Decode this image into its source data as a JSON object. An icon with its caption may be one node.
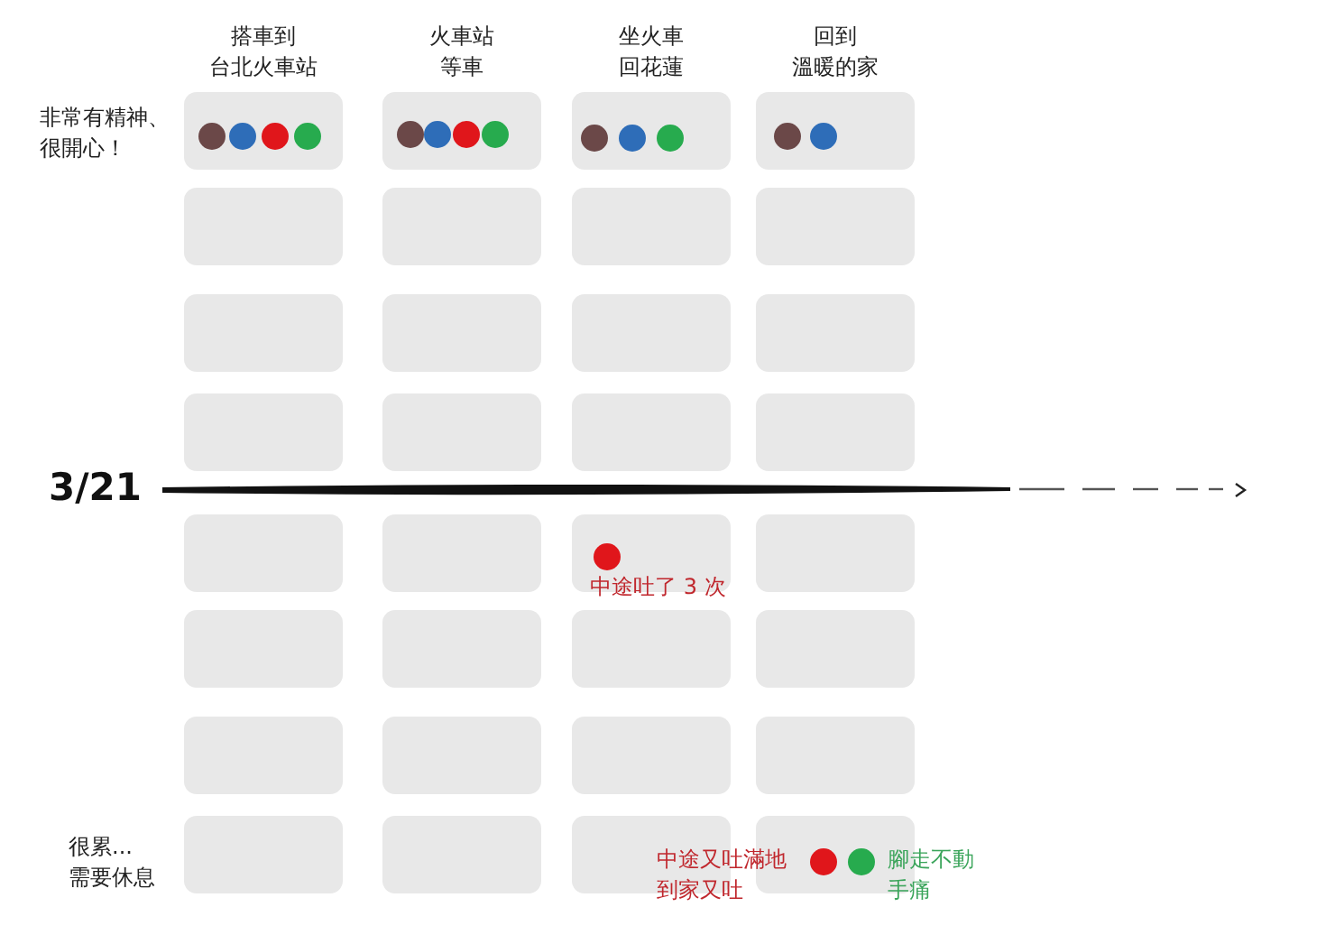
{
  "diagram": {
    "nodes": [
      {
        "text": [],
        "shape": "box"
      },
      {
        "text": [],
        "shape": "box"
      },
      {
        "text": [],
        "shape": "box"
      },
      {
        "text": [],
        "shape": "box"
      },
      {
        "text": [],
        "shape": "box"
      },
      {
        "text": [],
        "shape": "box"
      },
      {
        "text": [],
        "shape": "box"
      },
      {
        "text": [],
        "shape": "box"
      },
      {
        "text": [],
        "shape": "box"
      },
      {
        "text": [],
        "shape": "box"
      },
      {
        "text": [],
        "shape": "box"
      },
      {
        "text": [],
        "shape": "box"
      },
      {
        "text": [],
        "shape": "box"
      },
      {
        "text": [],
        "shape": "box"
      },
      {
        "text": [],
        "shape": "box"
      },
      {
        "text": [],
        "shape": "box"
      },
      {
        "text": [],
        "shape": "box"
      },
      {
        "text": [],
        "shape": "box"
      },
      {
        "text": [],
        "shape": "box"
      },
      {
        "text": [],
        "shape": "box"
      },
      {
        "text": [],
        "shape": "box"
      },
      {
        "text": [],
        "shape": "box"
      },
      {
        "text": [],
        "shape": "box"
      },
      {
        "text": [],
        "shape": "box"
      },
      {
        "text": [],
        "shape": "box"
      },
      {
        "text": [],
        "shape": "box"
      },
      {
        "text": [],
        "shape": "box"
      },
      {
        "text": [],
        "shape": "box"
      },
      {
        "text": [],
        "shape": "box"
      },
      {
        "text": [],
        "shape": "box"
      },
      {
        "text": [],
        "shape": "box"
      },
      {
        "text": [],
        "shape": "box"
      },
      {
        "text": [],
        "shape": "circle",
        "in": 0
      },
      {
        "text": [],
        "shape": "circle",
        "in": 0
      },
      {
        "text": [],
        "shape": "circle",
        "in": 0
      },
      {
        "text": [],
        "shape": "circle",
        "in": 0
      },
      {
        "text": [],
        "shape": "circle",
        "in": 1
      },
      {
        "text": [],
        "shape": "circle",
        "in": 1
      },
      {
        "text": [],
        "shape": "circle",
        "in": 1
      },
      {
        "text": [],
        "shape": "circle",
        "in": 1
      },
      {
        "text": [],
        "shape": "circle",
        "in": 2
      },
      {
        "text": [],
        "shape": "circle",
        "in": 2
      },
      {
        "text": [],
        "shape": "circle",
        "in": 2
      },
      {
        "text": [],
        "shape": "circle",
        "in": 3
      },
      {
        "text": [],
        "shape": "circle",
        "in": 3
      },
      {
        "text": [],
        "shape": "circle",
        "in": 18
      },
      {
        "text": [],
        "shape": "circle",
        "in": 31
      },
      {
        "text": [],
        "shape": "circle",
        "in": 31
      }
    ],
    "labels": [
      "搭車到台北火車站",
      "火車站等車",
      "坐火車回花蓮",
      "回到溫暖的家",
      "非常有精神、很開心！",
      "3/21",
      "中途吐了 3 次",
      "很累...需要休息",
      "中途又吐滿地到家又吐",
      "腳走不動手痛"
    ]
  }
}
